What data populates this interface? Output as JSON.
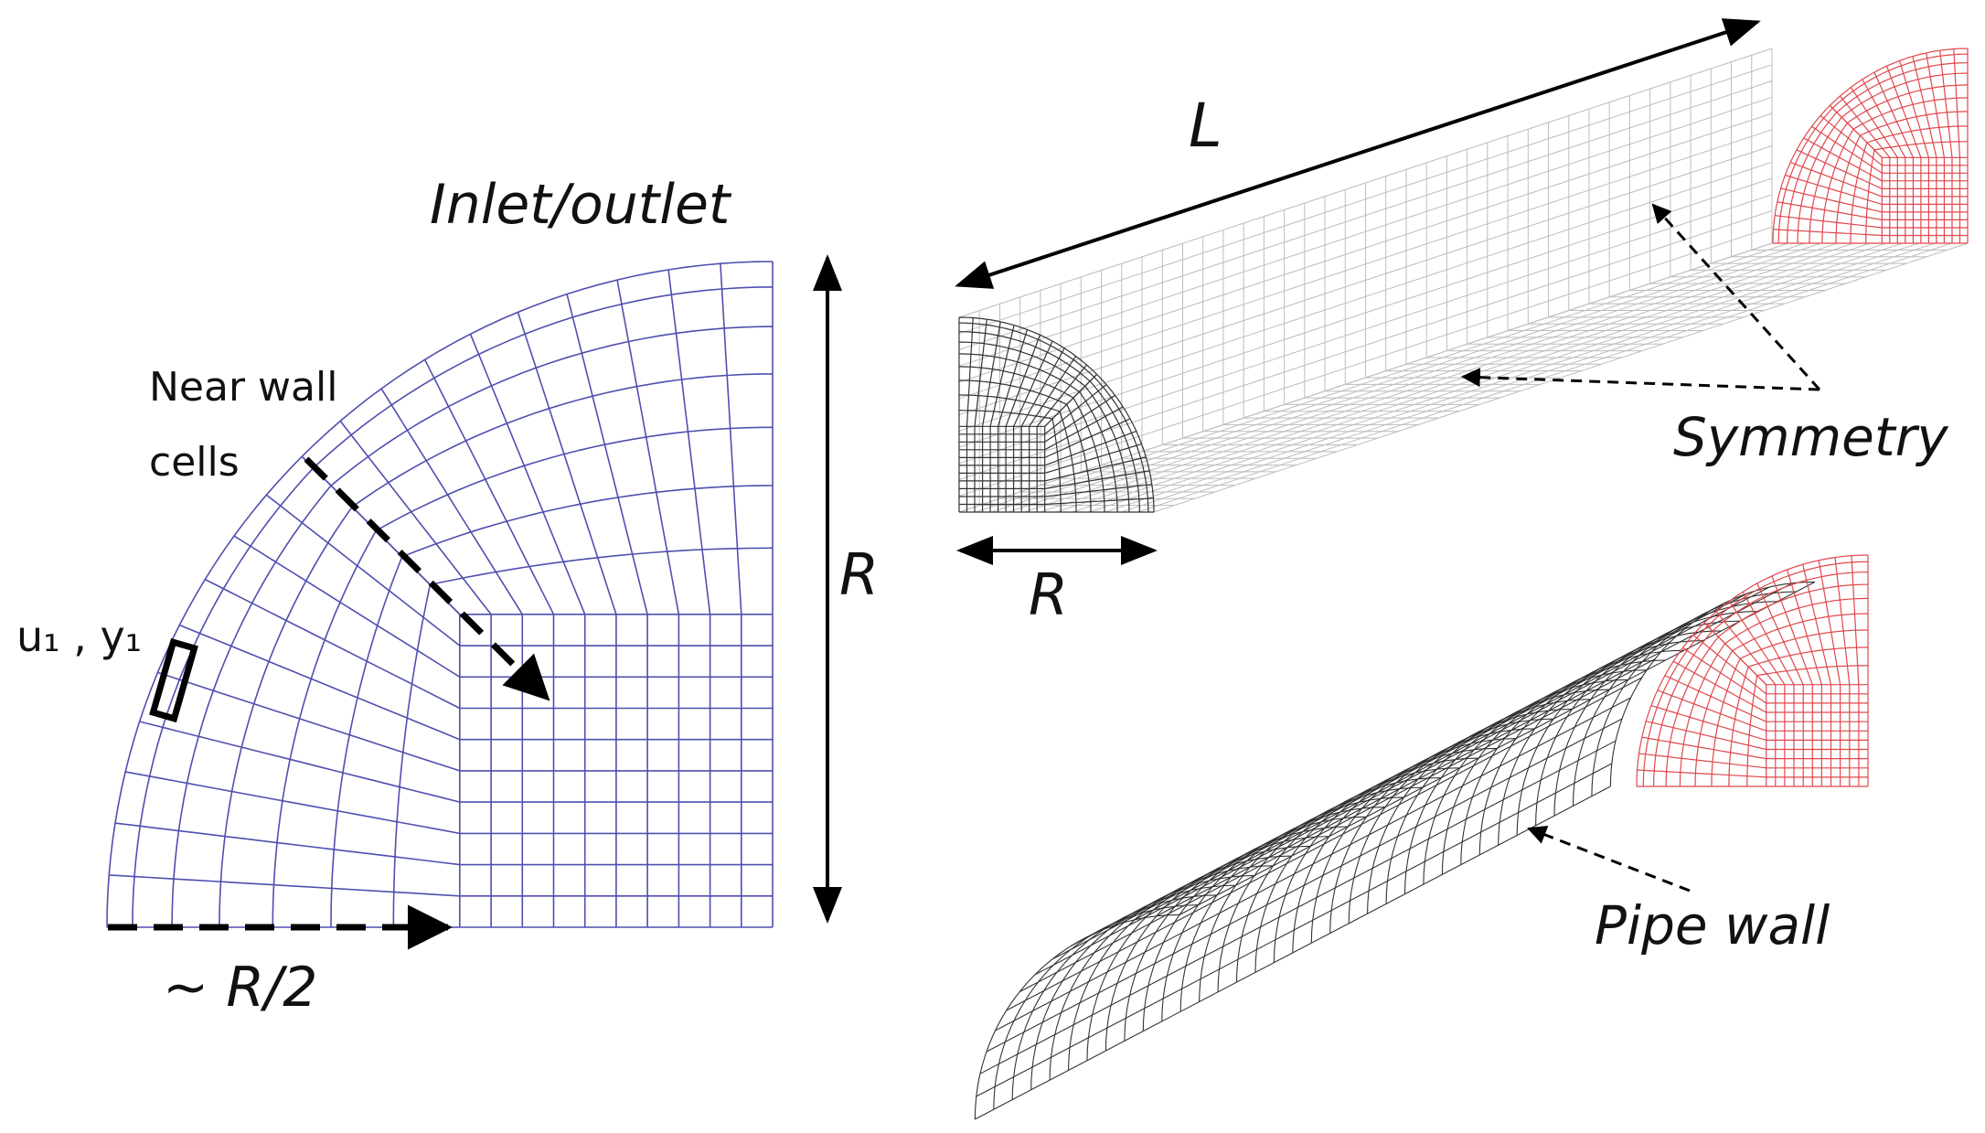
{
  "labels": {
    "inlet_outlet": "Inlet/outlet",
    "near_wall_line1": "Near wall",
    "near_wall_line2": "cells",
    "u1_y1": "u₁ , y₁",
    "r_left": "R",
    "r_half": "~ R/2",
    "length": "L",
    "r_bottom": "R",
    "symmetry": "Symmetry",
    "pipe_wall": "Pipe wall"
  },
  "colors": {
    "quarter_mesh": "#4f4fb0",
    "outlet_mesh": "#e0474c",
    "near_mesh": "#333333",
    "side_mesh": "#bdbdbd",
    "arrow": "#000000"
  }
}
